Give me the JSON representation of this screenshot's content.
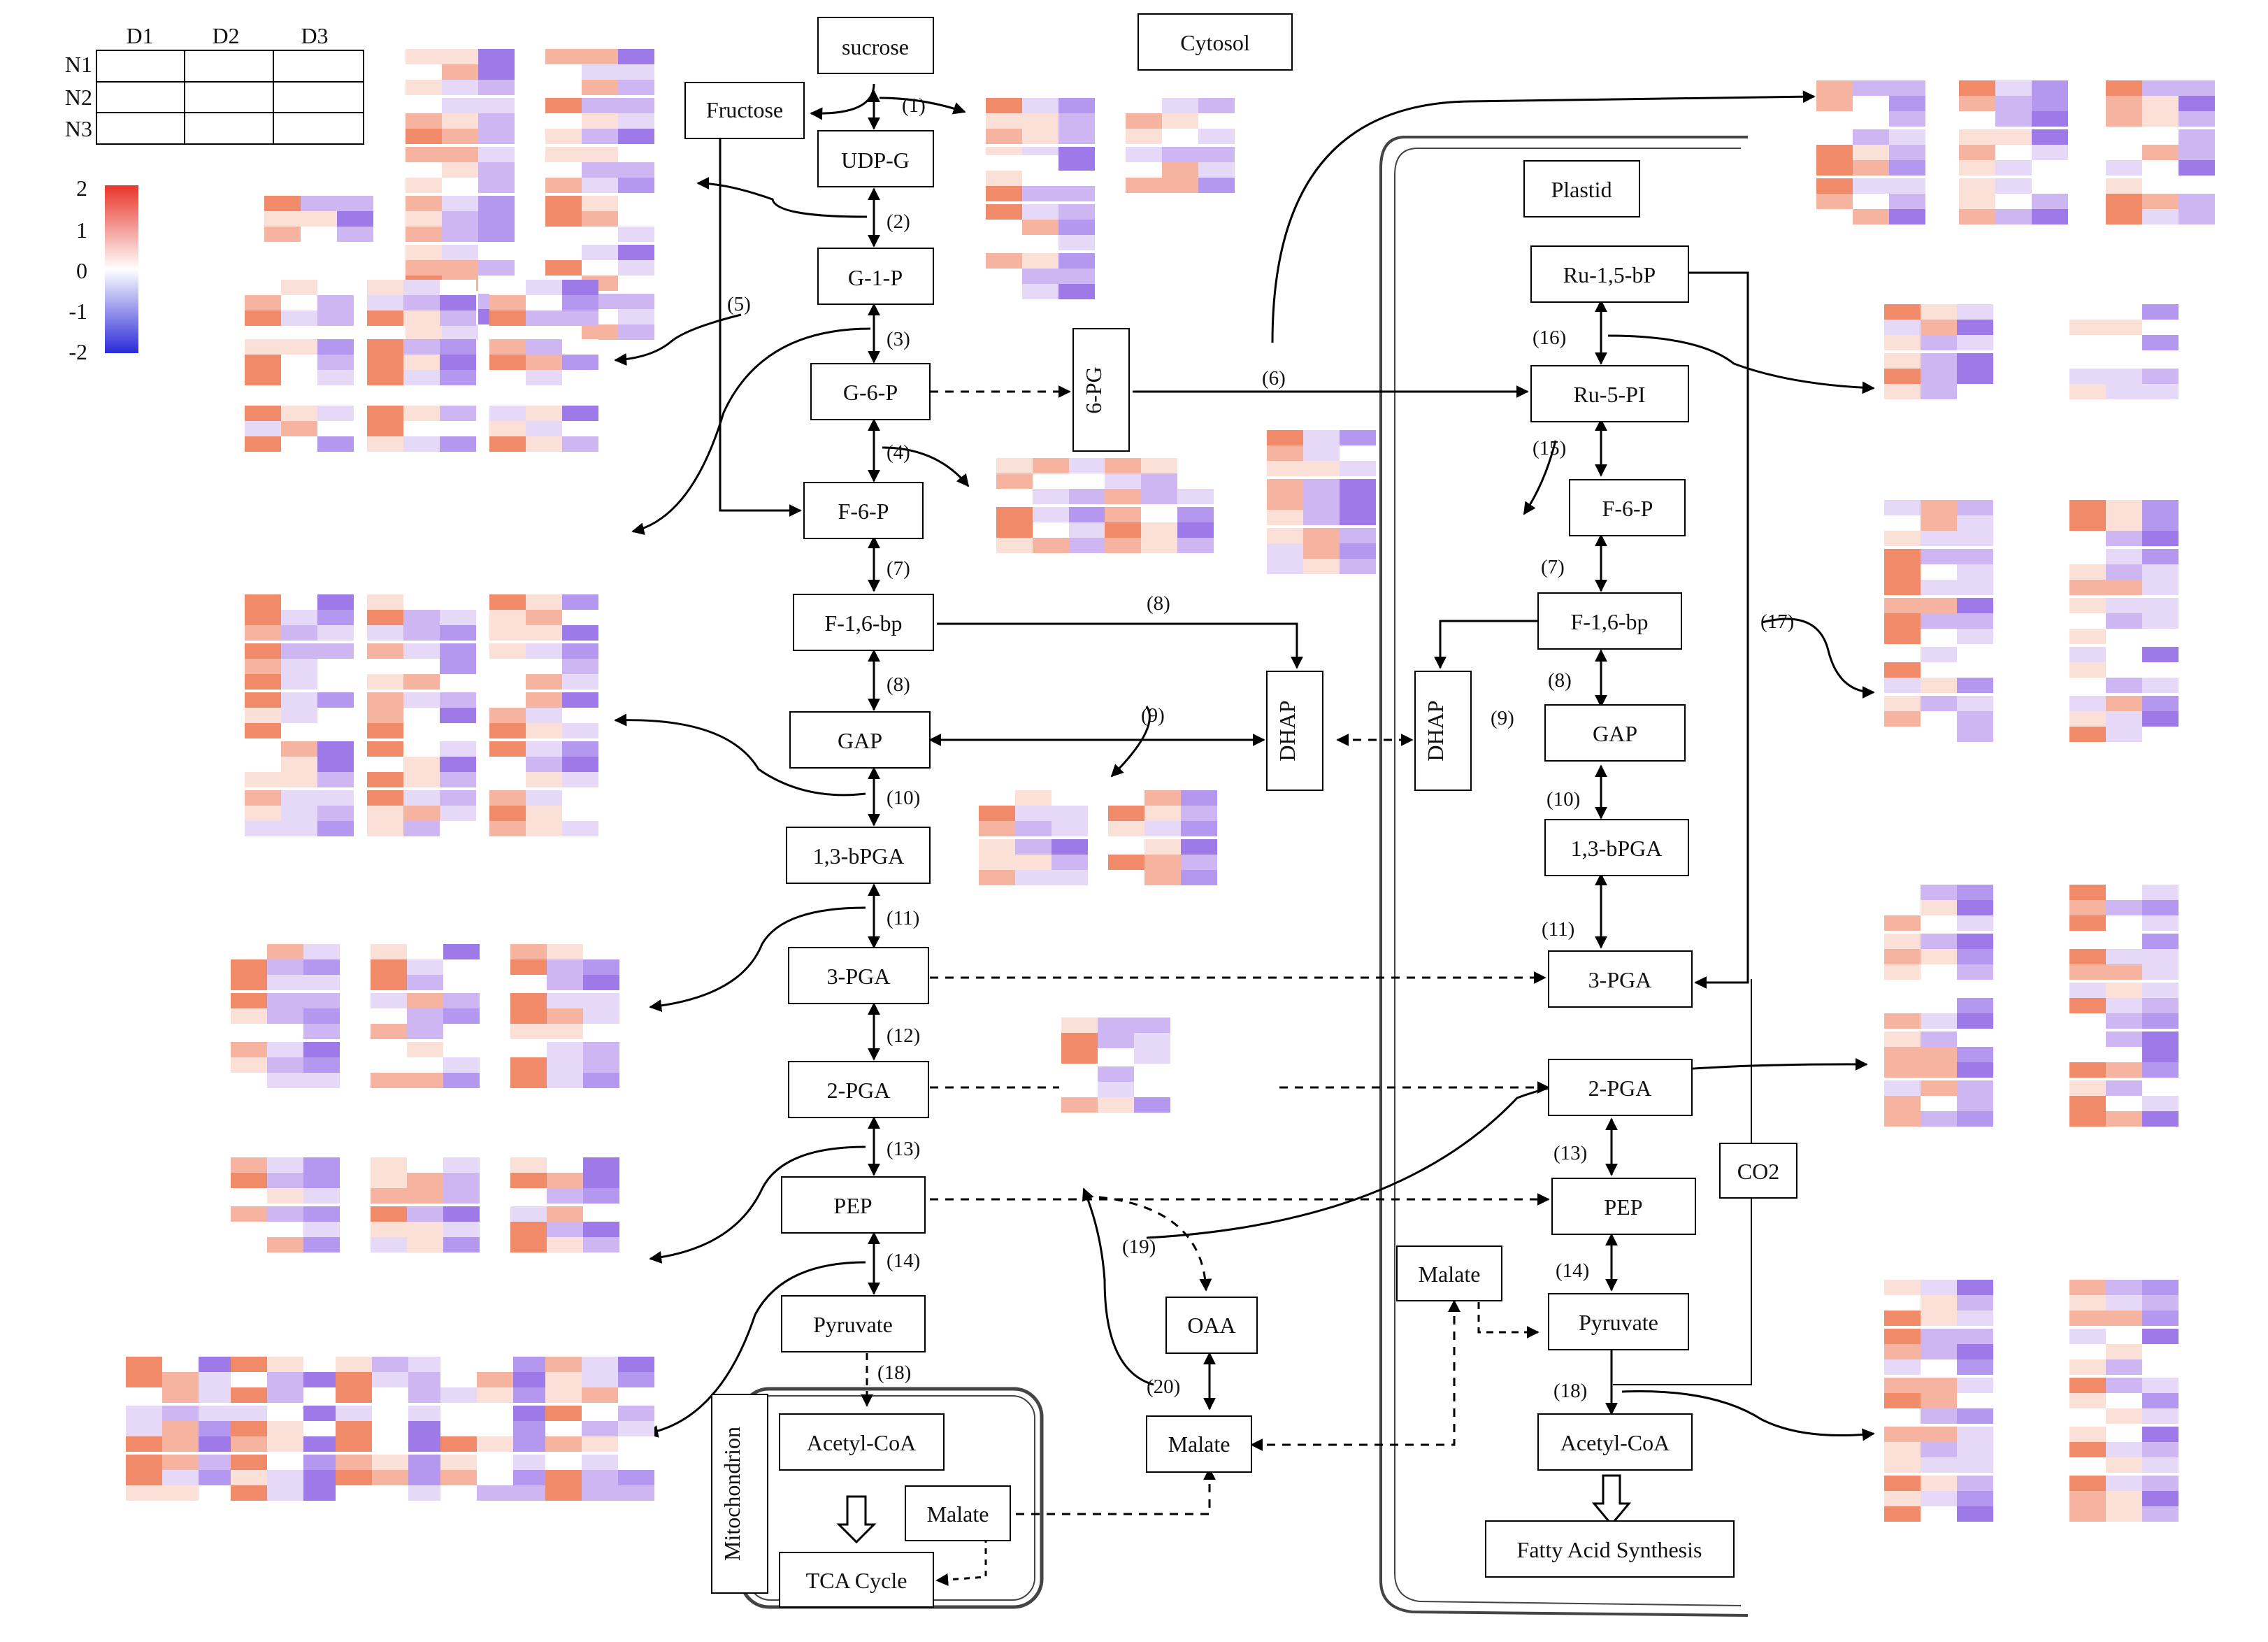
{
  "compartments": {
    "cytosol": "Cytosol",
    "plastid": "Plastid",
    "mitochondrion": "Mitochondrion"
  },
  "key_table": {
    "columns": [
      "D1",
      "D2",
      "D3"
    ],
    "rows": [
      "N1",
      "N2",
      "N3"
    ]
  },
  "color_scale": {
    "ticks": [
      "2",
      "1",
      "0",
      "-1",
      "-2"
    ],
    "high": "#e8352a",
    "mid": "#ffffff",
    "low": "#2a2ad8"
  },
  "nodes": {
    "sucrose": "sucrose",
    "fructose": "Fructose",
    "udpg": "UDP-G",
    "g1p": "G-1-P",
    "g6p": "G-6-P",
    "pg6": "6-PG",
    "f6p": "F-6-P",
    "f16bp": "F-1,6-bp",
    "gap": "GAP",
    "bpga": "1,3-bPGA",
    "pga3": "3-PGA",
    "pga2": "2-PGA",
    "pep": "PEP",
    "pyruvate": "Pyruvate",
    "acetylcoa": "Acetyl-CoA",
    "tca": "TCA Cycle",
    "malate_mito": "Malate",
    "oaa": "OAA",
    "malate_cyt": "Malate",
    "dhap_cyt": "DHAP",
    "dhap_pl": "DHAP",
    "ru15bp": "Ru-1,5-bP",
    "ru5p": "Ru-5-PI",
    "pl_f6p": "F-6-P",
    "pl_f16bp": "F-1,6-bp",
    "pl_gap": "GAP",
    "pl_bpga": "1,3-bPGA",
    "pl_pga3": "3-PGA",
    "pl_pga2": "2-PGA",
    "pl_pep": "PEP",
    "pl_malate": "Malate",
    "pl_pyruvate": "Pyruvate",
    "pl_acetylcoa": "Acetyl-CoA",
    "co2": "CO2",
    "fas": "Fatty Acid Synthesis"
  },
  "steps": {
    "s1": "(1)",
    "s2": "(2)",
    "s3": "(3)",
    "s4": "(4)",
    "s5": "(5)",
    "s6": "(6)",
    "s7": "(7)",
    "s8a": "(8)",
    "s8b": "(8)",
    "s9": "(9)",
    "s10": "(10)",
    "s11": "(11)",
    "s12": "(12)",
    "s13": "(13)",
    "s14": "(14)",
    "s18": "(18)",
    "s19": "(19)",
    "s20": "(20)",
    "p16": "(16)",
    "p15": "(15)",
    "p7": "(7)",
    "p8": "(8)",
    "p9": "(9)",
    "p10": "(10)",
    "p11": "(11)",
    "p13": "(13)",
    "p14": "(14)",
    "p17": "(17)",
    "p18": "(18)"
  },
  "heatmap_blocks": [
    {
      "id": "hm-fructose-top",
      "cols": 3,
      "rows": 4,
      "seed": 1
    },
    {
      "id": "hm-fructose-mid",
      "cols": 3,
      "rows": 4,
      "seed": 2
    },
    {
      "id": "hm-fructose-bottom",
      "cols": 3,
      "rows": 1,
      "seed": 3
    },
    {
      "id": "hm-step1",
      "cols": 3,
      "rows": 2,
      "seed": 4
    },
    {
      "id": "hm-step3",
      "cols": 3,
      "rows": 3,
      "seed": 5
    },
    {
      "id": "hm-step5",
      "cols": 3,
      "rows": 1,
      "seed": 6
    },
    {
      "id": "hm-step4",
      "cols": 3,
      "rows": 2,
      "seed": 7
    },
    {
      "id": "hm-step6",
      "cols": 3,
      "rows": 3,
      "seed": 8
    },
    {
      "id": "hm-plastid-15",
      "cols": 3,
      "rows": 3,
      "seed": 9
    },
    {
      "id": "hm-step10",
      "cols": 3,
      "rows": 5,
      "seed": 10
    },
    {
      "id": "hm-step9",
      "cols": 3,
      "rows": 2,
      "seed": 11
    },
    {
      "id": "hm-step11",
      "cols": 3,
      "rows": 3,
      "seed": 12
    },
    {
      "id": "hm-step12",
      "cols": 3,
      "rows": 2,
      "seed": 13
    },
    {
      "id": "hm-step13",
      "cols": 3,
      "rows": 2,
      "seed": 14
    },
    {
      "id": "hm-step14",
      "cols": 3,
      "rows": 3,
      "seed": 15
    },
    {
      "id": "hm-step16",
      "cols": 3,
      "rows": 2,
      "seed": 16
    },
    {
      "id": "hm-step17",
      "cols": 3,
      "rows": 5,
      "seed": 17
    },
    {
      "id": "hm-step19",
      "cols": 3,
      "rows": 5,
      "seed": 18
    },
    {
      "id": "hm-step18",
      "cols": 3,
      "rows": 5,
      "seed": 19
    }
  ]
}
